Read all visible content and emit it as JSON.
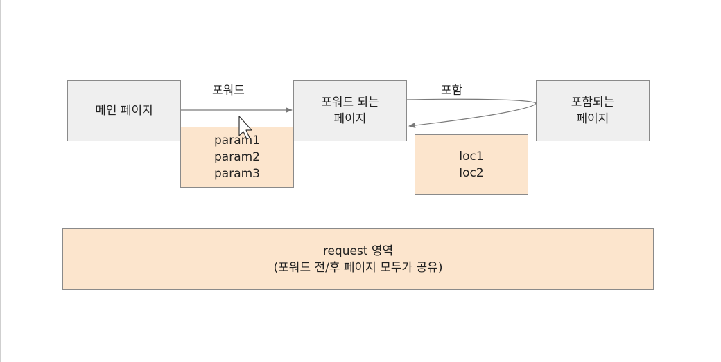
{
  "nodes": {
    "main_page": "메인 페이지",
    "forwarded_page": [
      "포워드 되는",
      "페이지"
    ],
    "included_page": [
      "포함되는",
      "페이지"
    ]
  },
  "params": [
    "param1",
    "param2",
    "param3"
  ],
  "locals": [
    "loc1",
    "loc2"
  ],
  "edges": {
    "forward_label": "포워드",
    "include_label": "포함"
  },
  "request_area": {
    "title": "request 영역",
    "subtitle": "(포워드 전/후 페이지 모두가 공유)"
  },
  "colors": {
    "node_fill": "#efefef",
    "data_fill": "#fce5cd",
    "border": "#8a8a8a",
    "line": "#7a7a7a"
  }
}
